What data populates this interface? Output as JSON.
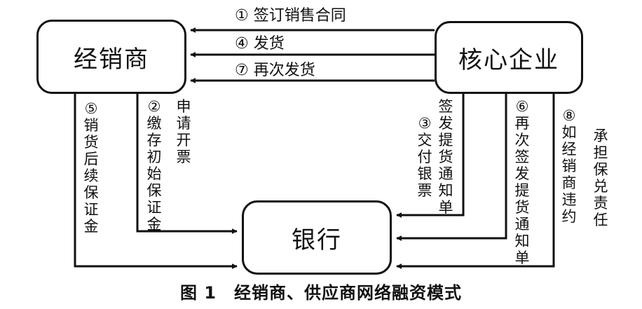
{
  "nodes": {
    "dealer": "经销商",
    "core": "核心企业",
    "bank": "银行"
  },
  "flows": {
    "f1": "①  签订销售合同",
    "f4": "④  发货",
    "f7": "⑦  再次发货",
    "f5": "⑤销货后续保证金",
    "f2": "②缴存初始保证金",
    "f2b": "申请开票",
    "f3a": "签发提货通知单",
    "f3b": "③交付银票",
    "f6": "⑥再次签发提货通知单",
    "f8a": "⑧如经销商违约",
    "f8b": "承担保兑责任"
  },
  "caption": "图 1　经销商、供应商网络融资模式"
}
